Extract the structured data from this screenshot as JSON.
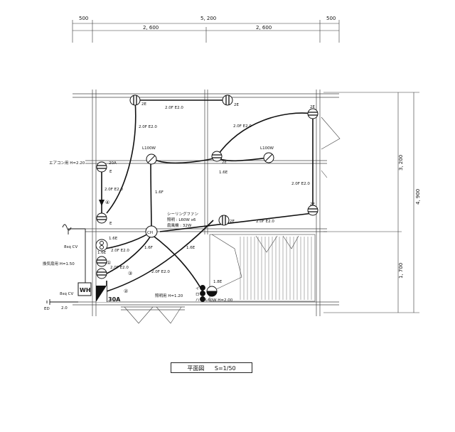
{
  "dimensions": {
    "top_total": "5, 200",
    "top_left_margin": "500",
    "top_right_margin": "500",
    "top_left_half": "2, 600",
    "top_right_half": "2, 600",
    "right_upper": "3, 200",
    "right_total": "4, 900",
    "right_lower": "1, 700"
  },
  "labels": {
    "wiring": "2.0F E2.0",
    "two_e": "2E",
    "e": "E",
    "one_sixe": "1.6E",
    "one_sixf": "1.6F",
    "l100w": "L100W",
    "aircon": "エアコン用 H=2.20",
    "twenty_a": "20A",
    "ceiling_fan": "シーリングファン",
    "fan_light": "照明 : L60W x6",
    "fan_vent": "扇風機 : 32W",
    "ch": "CH",
    "cv8": "8sq CV",
    "vent_fan": "換気扇用 H=1.50",
    "cv8b": "8sq CV",
    "wh": "WH",
    "thirty_a": "30A",
    "ed": "ED",
    "two_zero": "2.0",
    "lighting": "照明用 H=1.20",
    "l60w": "L60W H=2.00",
    "one_eight": "1.8E",
    "circuit1": "①",
    "circuit2": "②",
    "circuit3": "③",
    "circuit4": "④",
    "i": "イ",
    "ro": "ロ",
    "ha": "ハ"
  },
  "title": {
    "name": "平面図",
    "scale": "S=1/50"
  }
}
